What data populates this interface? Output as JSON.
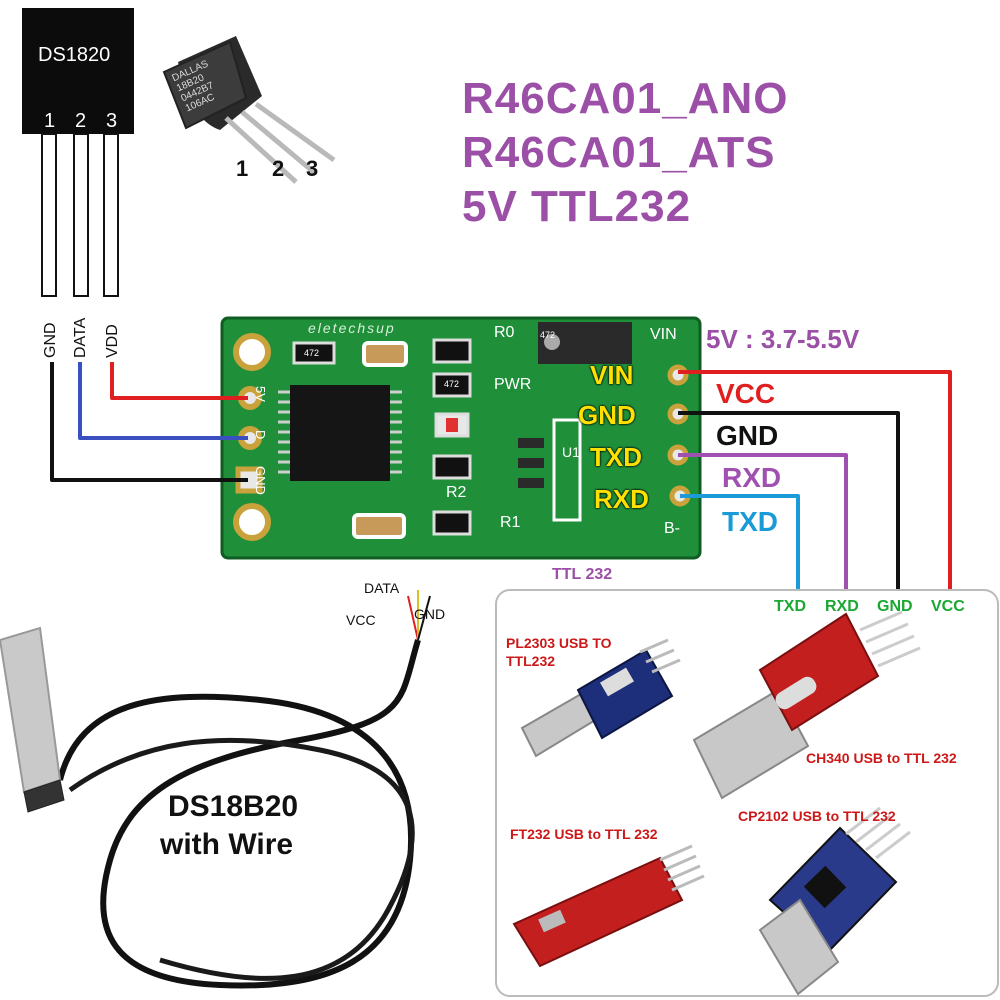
{
  "sensor_schematic": {
    "part": "DS1820",
    "pin_numbers": [
      "1",
      "2",
      "3"
    ],
    "pin_names": [
      "GND",
      "DATA",
      "VDD"
    ]
  },
  "to92_photo": {
    "marking": [
      "DALLAS",
      "18B20",
      "0442B7",
      "106AC"
    ],
    "pin_numbers": [
      "1",
      "2",
      "3"
    ]
  },
  "title": {
    "line1": "R46CA01_ANO",
    "line2": "R46CA01_ATS",
    "line3": "5V  TTL232"
  },
  "board": {
    "brand": "eletechsup",
    "silk_left": [
      "5V",
      "D",
      "GND"
    ],
    "silk_labels": {
      "r0": "R0",
      "pwr": "PWR",
      "r2": "R2",
      "r1": "R1",
      "u1": "U1",
      "vin_s": "VIN",
      "b_minus": "B-"
    },
    "resistor_code": "472"
  },
  "power_note": "5V : 3.7-5.5V",
  "board_pins": [
    "VIN",
    "GND",
    "TXD",
    "RXD"
  ],
  "wire_labels": [
    {
      "text": "VCC",
      "color": "#e02020"
    },
    {
      "text": "GND",
      "color": "#111111"
    },
    {
      "text": "RXD",
      "color": "#a050b0"
    },
    {
      "text": "TXD",
      "color": "#1b9ad8"
    }
  ],
  "ttl_caption": "TTL 232",
  "adapter_pins": {
    "txd": "TXD",
    "rxd": "RXD",
    "gnd": "GND",
    "vcc": "VCC",
    "color": "#1aa832"
  },
  "adapters": {
    "pl2303": "PL2303 USB TO TTL232",
    "ch340": "CH340  USB to TTL 232",
    "ft232": "FT232   USB to TTL 232",
    "cp2102": "CP2102 USB to TTL 232"
  },
  "probe": {
    "wires": {
      "data": "DATA",
      "vcc": "VCC",
      "gnd": "GND"
    },
    "caption_line1": "DS18B20",
    "caption_line2": "with Wire"
  },
  "colors": {
    "title": "#9b4fa6",
    "pcb": "#1f8f3a",
    "wire_red": "#e02020",
    "wire_blue": "#3a4fc0",
    "wire_purple": "#a050b0",
    "wire_cyan": "#1b9ad8",
    "pin_yellow": "#ffe000",
    "adapter_text_red": "#cc1818"
  }
}
